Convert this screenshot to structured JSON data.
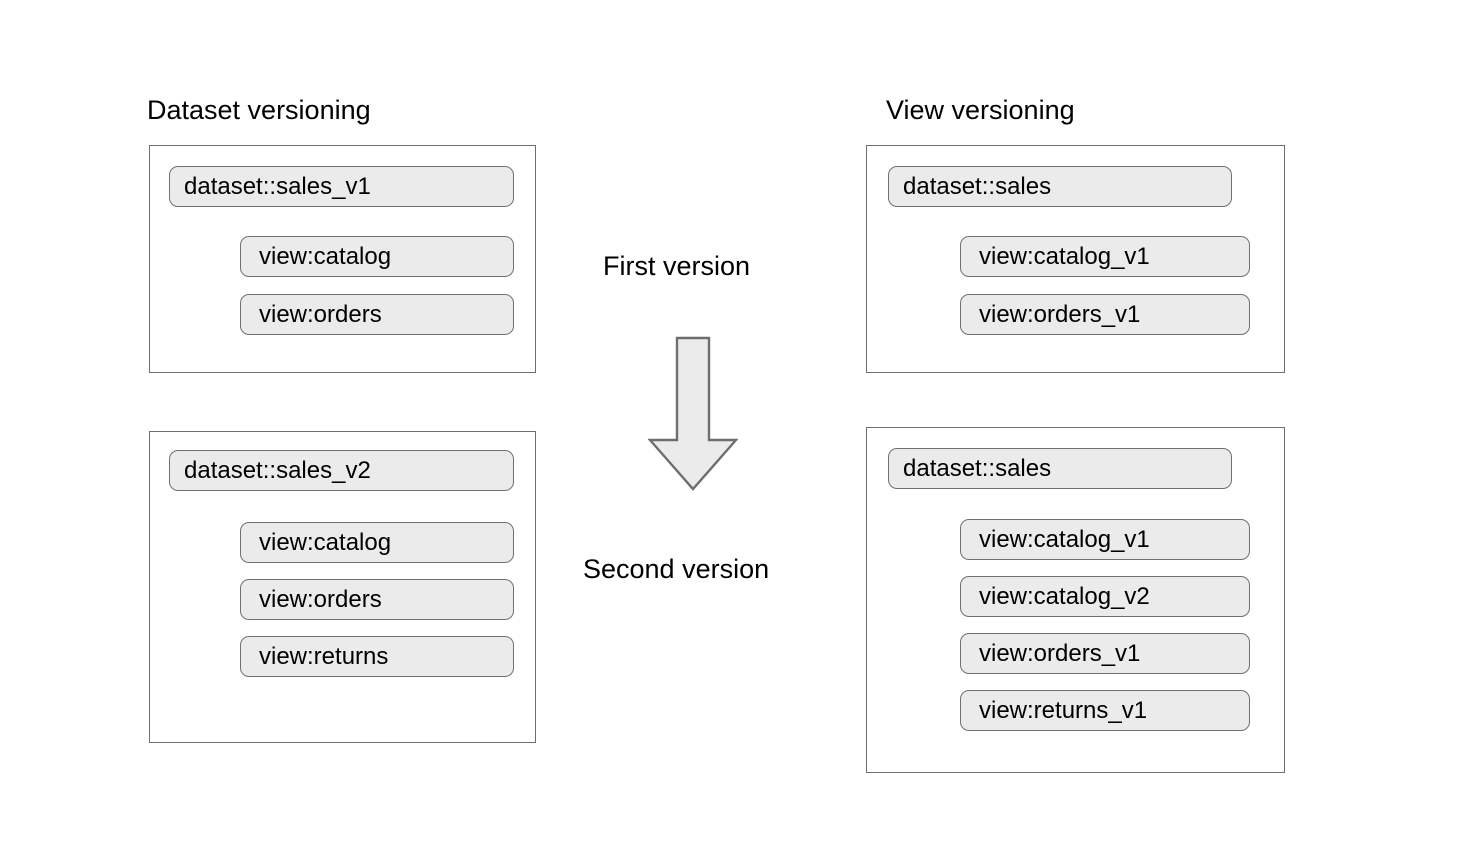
{
  "diagram": {
    "title_left": "Dataset versioning",
    "title_right": "View versioning",
    "flow": {
      "first_label": "First version",
      "second_label": "Second version",
      "arrow_icon": "down-arrow-icon",
      "arrow_direction": "down"
    },
    "colors": {
      "background": "#ffffff",
      "pill_fill": "#ebebeb",
      "pill_stroke": "#70706f",
      "box_stroke": "#6e6e6e",
      "arrow_fill": "#ebebeb",
      "arrow_stroke": "#6e6e6e",
      "text": "#000000"
    },
    "groups": [
      {
        "id": "dataset-versioning-v1",
        "column": "left",
        "stage": "first",
        "dataset": "dataset::sales_v1",
        "views": [
          "view:catalog",
          "view:orders"
        ]
      },
      {
        "id": "dataset-versioning-v2",
        "column": "left",
        "stage": "second",
        "dataset": "dataset::sales_v2",
        "views": [
          "view:catalog",
          "view:orders",
          "view:returns"
        ]
      },
      {
        "id": "view-versioning-v1",
        "column": "right",
        "stage": "first",
        "dataset": "dataset::sales",
        "views": [
          "view:catalog_v1",
          "view:orders_v1"
        ]
      },
      {
        "id": "view-versioning-v2",
        "column": "right",
        "stage": "second",
        "dataset": "dataset::sales",
        "views": [
          "view:catalog_v1",
          "view:catalog_v2",
          "view:orders_v1",
          "view:returns_v1"
        ]
      }
    ]
  }
}
